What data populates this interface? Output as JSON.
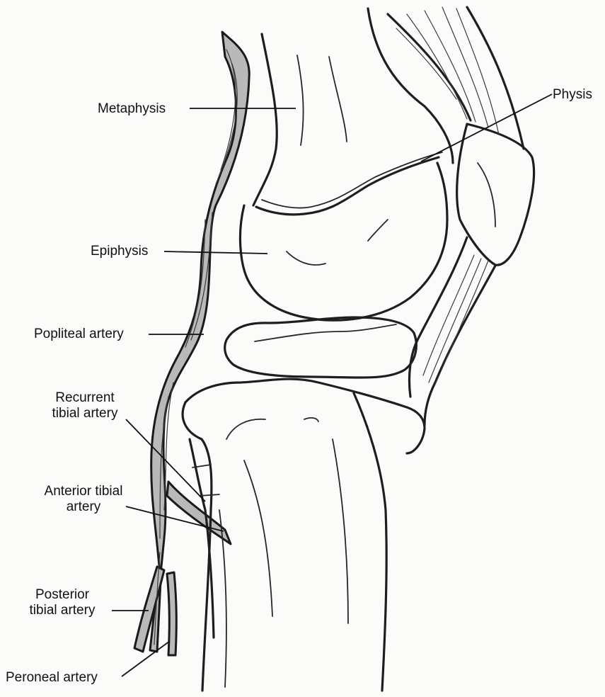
{
  "labels": {
    "metaphysis": "Metaphysis",
    "physis": "Physis",
    "epiphysis": "Epiphysis",
    "popliteal_artery": "Popliteal artery",
    "recurrent_tibial_artery_line1": "Recurrent",
    "recurrent_tibial_artery_line2": "tibial artery",
    "anterior_tibial_artery_line1": "Anterior tibial",
    "anterior_tibial_artery_line2": "artery",
    "posterior_tibial_artery_line1": "Posterior",
    "posterior_tibial_artery_line2": "tibial artery",
    "peroneal_artery": "Peroneal artery"
  },
  "colors": {
    "background": "#fbfbfa",
    "ink": "#1e1e1e",
    "label_text": "#111111"
  }
}
